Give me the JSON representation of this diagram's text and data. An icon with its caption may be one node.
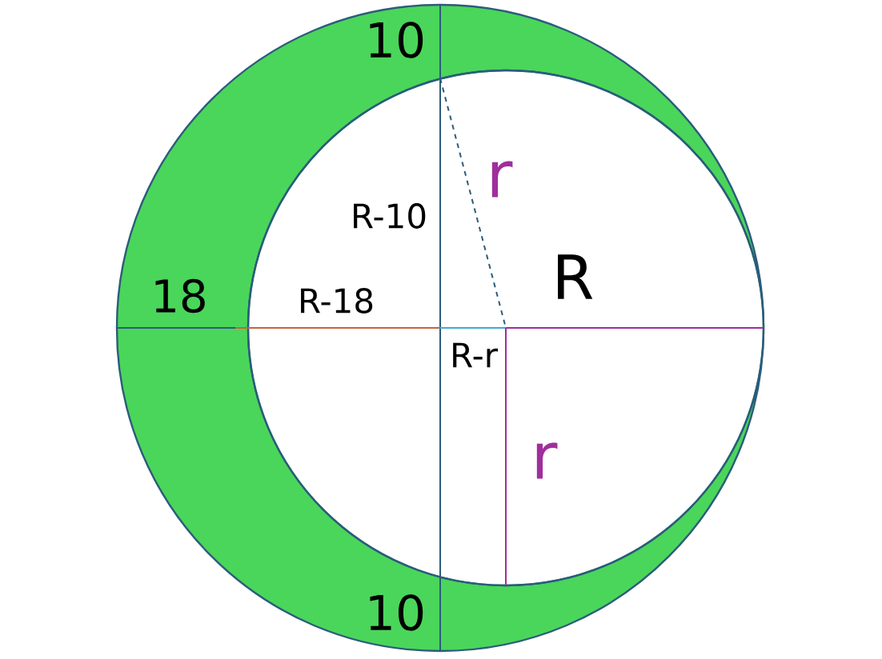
{
  "diagram": {
    "labels": [
      "10",
      "r",
      "R-10",
      "R",
      "18",
      "R-18",
      "R-r",
      "r",
      "10"
    ]
  }
}
